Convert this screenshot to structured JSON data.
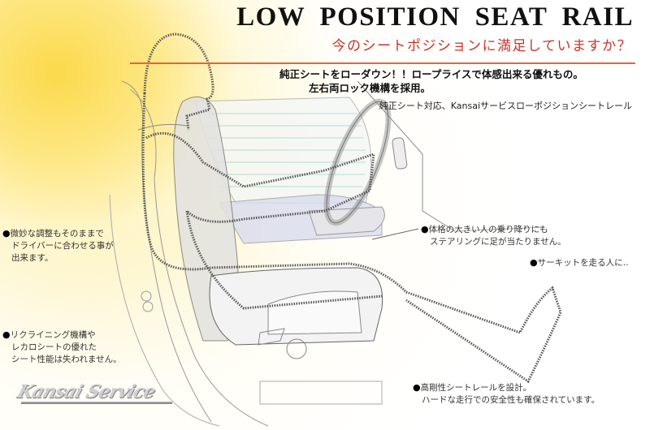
{
  "header": {
    "title": "LOW POSITION SEAT RAIL",
    "subtitle": "今のシートポジションに満足していますか？",
    "accent_color": "#c8342a",
    "rule_color": "#e0663a"
  },
  "tagline": {
    "line1": "純正シートをローダウン！！ロープライスで体感出来る優れもの。",
    "line2": "左右両ロック機構を採用。"
  },
  "compatibility": "純正シート対応、Kansaiサービスローポジションシートレール",
  "notes": {
    "adjust": {
      "bullet": "●",
      "line1": "微妙な調整もそのままで",
      "line2": "ドライバーに合わせる事が",
      "line3": "出来ます。"
    },
    "reclining": {
      "bullet": "●",
      "line1": "リクライニング機構や",
      "line2": "レカロシートの優れた",
      "line3": "シート性能は失われません。"
    },
    "large_person": {
      "bullet": "●",
      "line1": "体格の大きい人の乗り降りにも",
      "line2": "ステアリングに足が当たりません。"
    },
    "circuit": {
      "bullet": "●",
      "line1": "サーキットを走る人に‥"
    },
    "rigidity": {
      "bullet": "●",
      "line1": "高剛性シートレールを設計。",
      "line2": "ハードな走行での安全性も確保されています。"
    }
  },
  "logo": {
    "text": "Kansai Service"
  },
  "background": {
    "gradient_primary": "#fbd94a",
    "gradient_secondary": "#fde784"
  }
}
